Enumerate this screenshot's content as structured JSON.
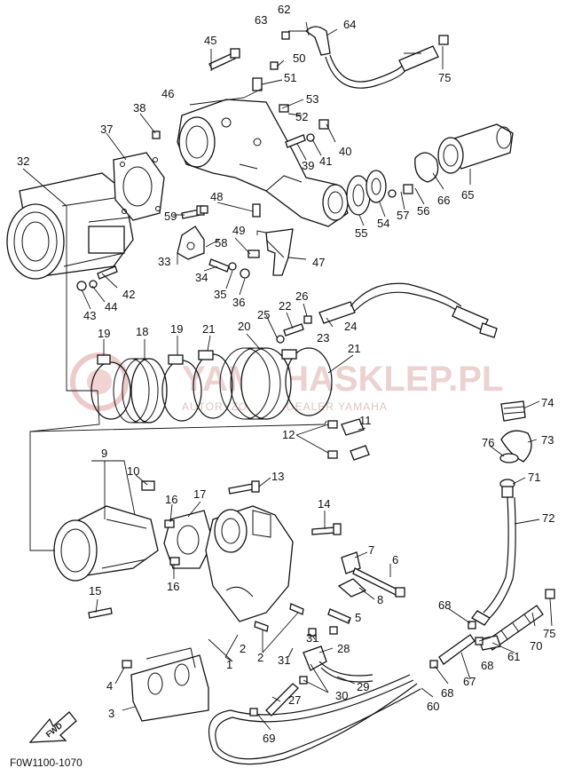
{
  "diagram_code": "F0W1100-1070",
  "watermark": {
    "brand": "YAMAHASKLEP.PL",
    "tagline": "AUTORYZOWANY DEALER YAMAHA"
  },
  "fwd_label": "FWD",
  "callouts": [
    "1",
    "2",
    "3",
    "4",
    "5",
    "6",
    "7",
    "8",
    "9",
    "10",
    "11",
    "12",
    "13",
    "14",
    "15",
    "16",
    "17",
    "18",
    "19",
    "20",
    "21",
    "22",
    "23",
    "24",
    "25",
    "26",
    "27",
    "28",
    "29",
    "30",
    "31",
    "32",
    "33",
    "34",
    "35",
    "36",
    "37",
    "38",
    "39",
    "40",
    "41",
    "42",
    "43",
    "44",
    "45",
    "46",
    "47",
    "48",
    "49",
    "50",
    "51",
    "52",
    "53",
    "54",
    "55",
    "56",
    "57",
    "58",
    "59",
    "60",
    "61",
    "62",
    "63",
    "64",
    "65",
    "66",
    "67",
    "68",
    "69",
    "70",
    "71",
    "72",
    "73",
    "74",
    "75",
    "76"
  ]
}
